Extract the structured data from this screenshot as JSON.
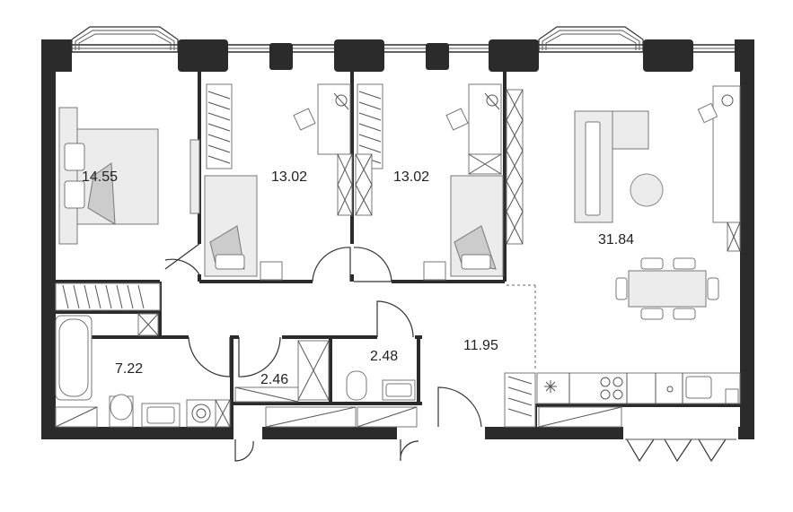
{
  "rooms": [
    {
      "id": "bedroom-main",
      "area": "14.55"
    },
    {
      "id": "bedroom-2",
      "area": "13.02"
    },
    {
      "id": "bedroom-3",
      "area": "13.02"
    },
    {
      "id": "living-kitchen",
      "area": "31.84"
    },
    {
      "id": "bathroom",
      "area": "7.22"
    },
    {
      "id": "wc-1",
      "area": "2.46"
    },
    {
      "id": "wc-2",
      "area": "2.48"
    },
    {
      "id": "hallway",
      "area": "11.95"
    }
  ],
  "colors": {
    "wall": "#2b2b2b",
    "furniture": "#ececec",
    "line": "#777777"
  }
}
